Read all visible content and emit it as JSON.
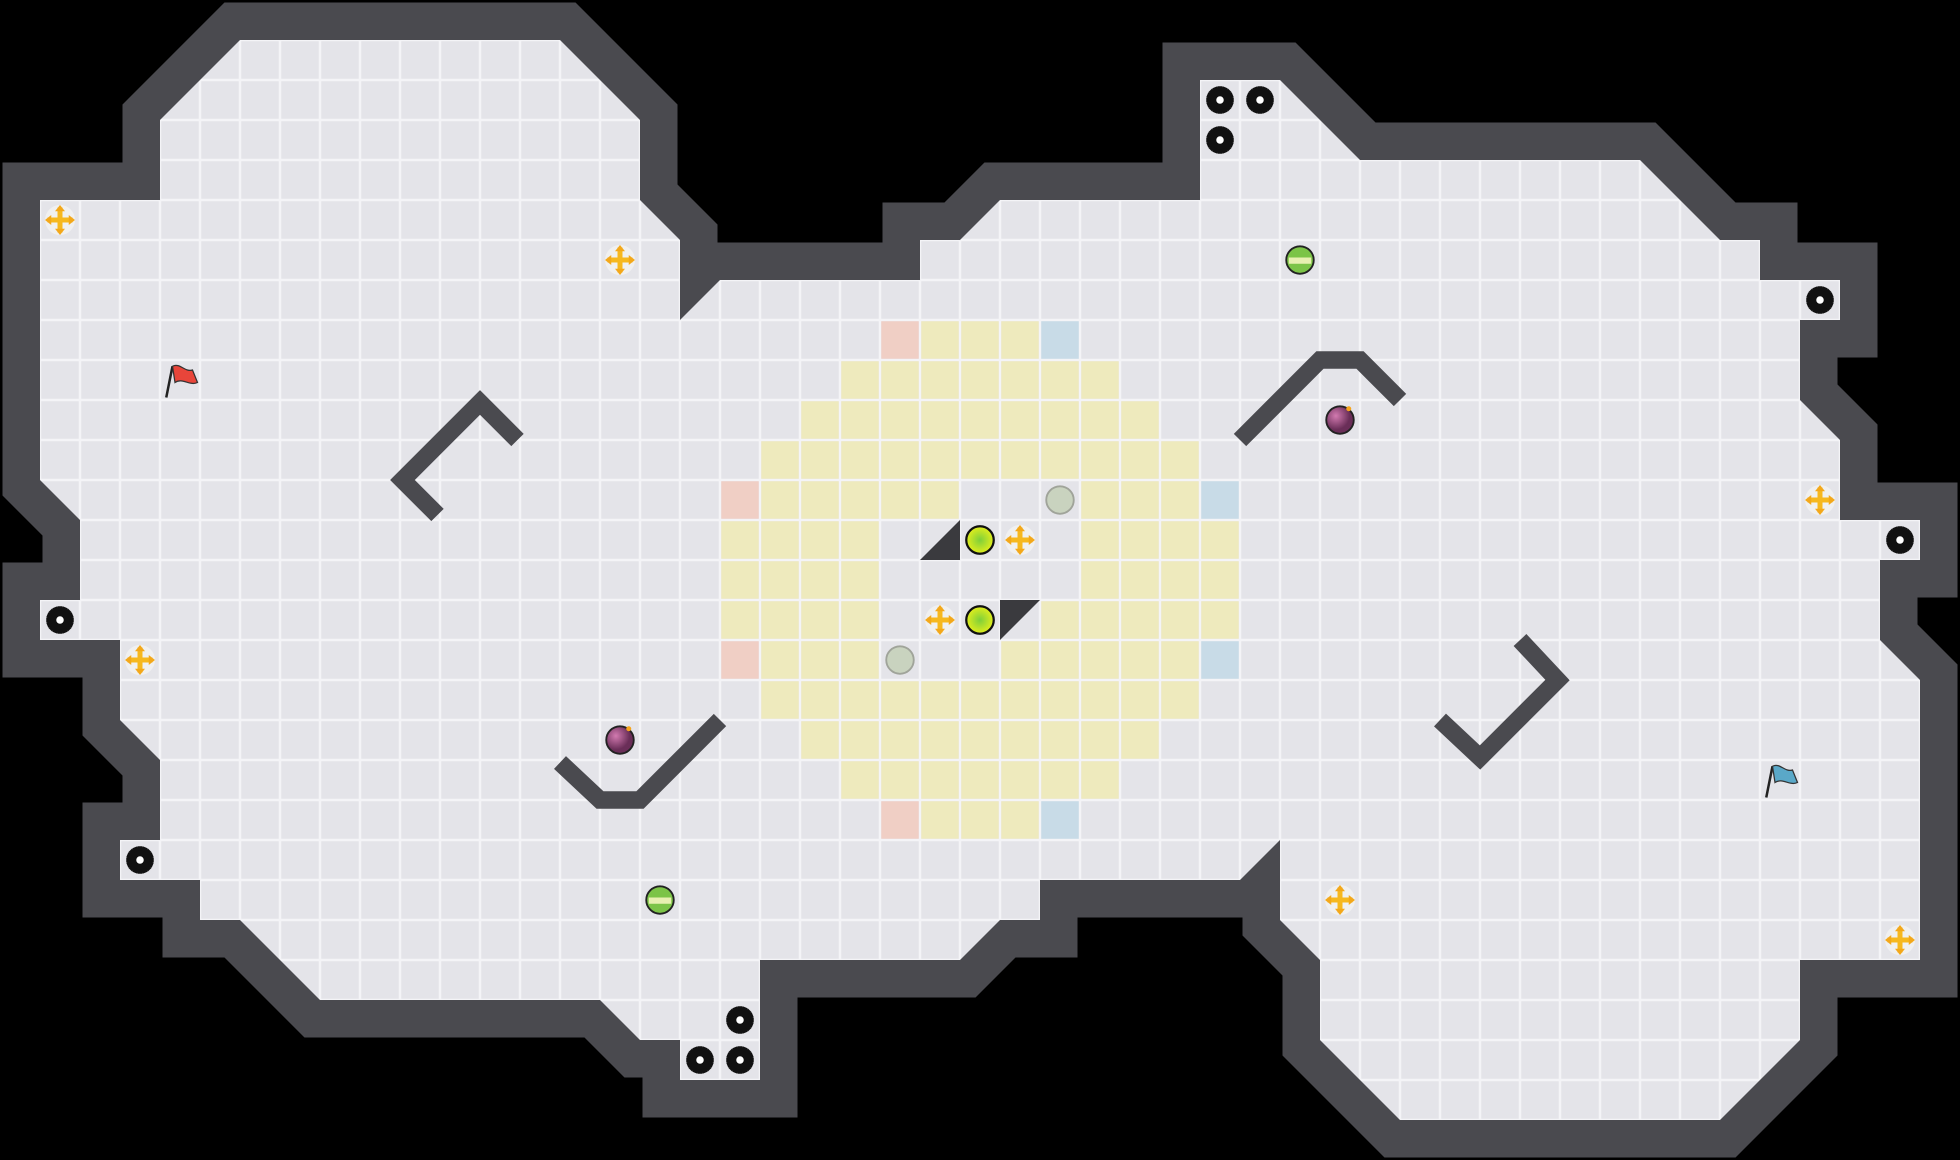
{
  "level": {
    "colors": {
      "background": "#000000",
      "wall": "#4a4a4f",
      "wall_edge": "#2e2e32",
      "floor": "#e4e4e9",
      "grid_line": "#f3f3f6",
      "zone_yellow": "#eeeabd",
      "zone_red": "#f0cfc5",
      "zone_blue": "#c8dbe7",
      "team_red": "#e8453a",
      "team_blue": "#5aa8c8",
      "power_arrow": "#f6b81f",
      "ball_core": "#d4e81a",
      "bomb": "#8a3d6e",
      "neutral_spot": "#c9d3bf"
    },
    "entity_types": [
      "spike-gear",
      "boost-arrows",
      "team-flag-red",
      "team-flag-blue",
      "striped-powerup",
      "bomb",
      "yellow-ball",
      "neutral-spot"
    ]
  }
}
